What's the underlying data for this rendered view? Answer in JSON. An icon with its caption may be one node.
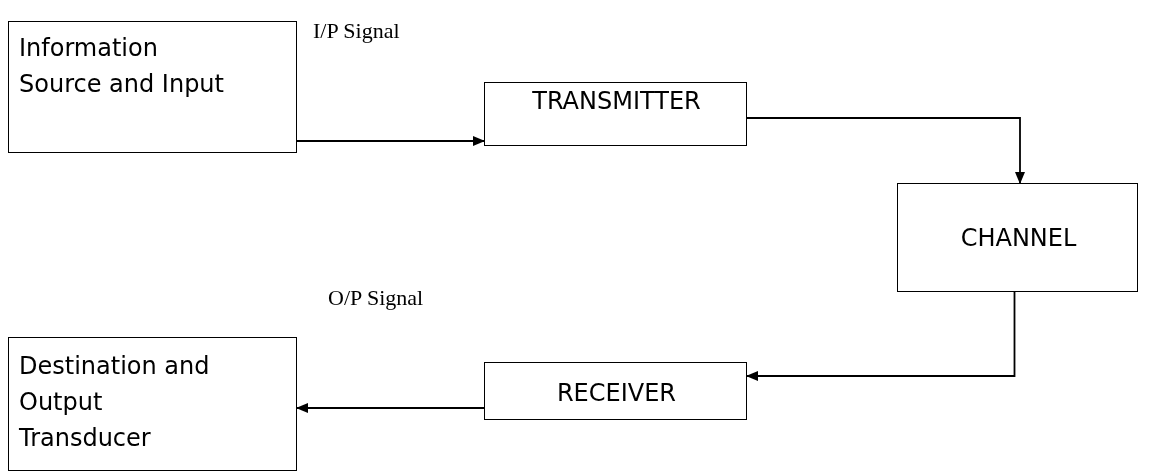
{
  "diagram": {
    "nodes": [
      {
        "text": [
          "Information Source and Input"
        ]
      },
      {
        "text": [
          "TRANSMITTER"
        ]
      },
      {
        "text": [
          "CHANNEL"
        ]
      },
      {
        "text": [
          "RECEIVER"
        ]
      },
      {
        "text": [
          "Destination and Output Transducer"
        ]
      }
    ],
    "edges": [
      {
        "from": 0,
        "to": 1,
        "arrow": "to",
        "label": "I/P Signal"
      },
      {
        "from": 1,
        "to": 2,
        "arrow": "to"
      },
      {
        "from": 2,
        "to": 3,
        "arrow": "to"
      },
      {
        "from": 3,
        "to": 4,
        "arrow": "to",
        "label": "O/P Signal"
      }
    ]
  }
}
